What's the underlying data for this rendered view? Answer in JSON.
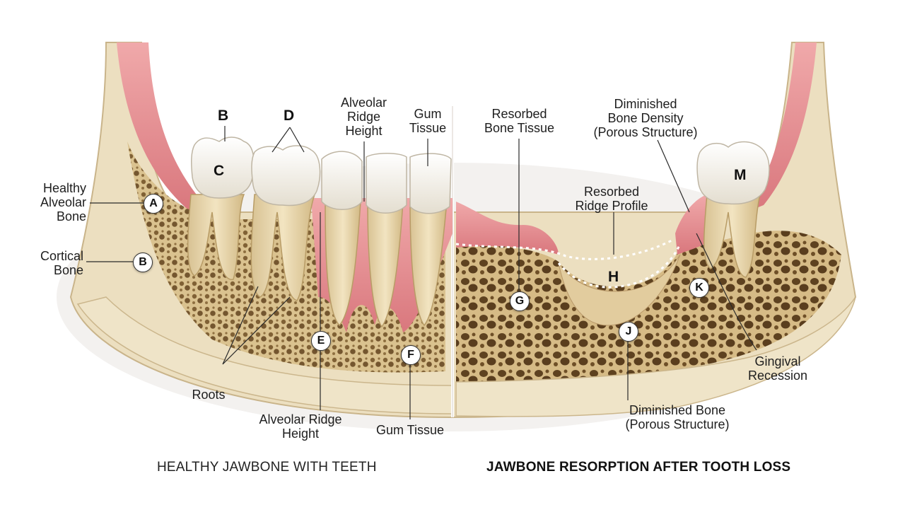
{
  "labels": {
    "healthy_alveolar_bone": "Healthy\nAlveolar\nBone",
    "cortical_bone": "Cortical\nBone",
    "roots": "Roots",
    "alveolar_ridge_height_bottom": "Alveolar Ridge\nHeight",
    "gum_tissue_bottom": "Gum Tissue",
    "alveolar_ridge_height_top": "Alveolar\nRidge\nHeight",
    "gum_tissue_top": "Gum\nTissue",
    "resorbed_bone_tissue": "Resorbed\nBone Tissue",
    "diminished_bone_density": "Diminished\nBone Density\n(Porous Structure)",
    "resorbed_ridge_profile": "Resorbed\nRidge Profile",
    "gingival_recession": "Gingival\nRecession",
    "diminished_bone": "Diminished Bone\n(Porous Structure)"
  },
  "markers": {
    "A": "A",
    "B_left": "B",
    "E": "E",
    "F": "F",
    "G": "G",
    "J": "J",
    "K": "K"
  },
  "tooth_letters": {
    "B_top": "B",
    "C": "C",
    "D": "D",
    "H": "H",
    "M": "M"
  },
  "captions": {
    "left": "HEALTHY JAWBONE WITH TEETH",
    "right": "JAWBONE RESORPTION AFTER TOOTH LOSS"
  },
  "colors": {
    "bone": "#e3d3ae",
    "cortical": "#efe3c6",
    "gum": "#e48c90",
    "tooth": "#f5f2ea",
    "root": "#e8d6ad"
  }
}
